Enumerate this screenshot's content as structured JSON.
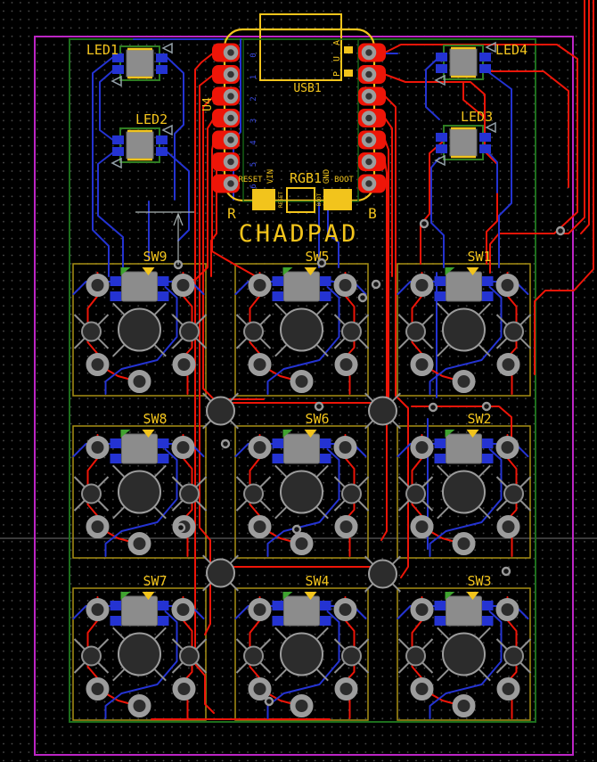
{
  "board": {
    "title": "CHADPAD",
    "editor_view": "pcb-layout"
  },
  "colors": {
    "background": "#000000",
    "grid_dot": "#4e4e4e",
    "copper_front": "#ee1508",
    "copper_back": "#2433d2",
    "silk": "#f2c41c",
    "cell_outline": "#a78f14",
    "edge_cut": "#bc25c4",
    "courtyard_green": "#1d6f1d",
    "pad_ring": "#9c9c9c",
    "hole_fill": "#2c2c2c",
    "body_gray": "#8c8c8c",
    "pin_text_blue": "#3b4ae0",
    "dimension_gray": "#a9b2b2"
  },
  "u4": {
    "ref": "U4",
    "usb_label": "USB1",
    "left_pins": [
      "0",
      "1",
      "2",
      "3",
      "4",
      "5",
      "6"
    ],
    "right_letters": [
      "A",
      "U",
      "P"
    ],
    "bottom_labels": {
      "reset": "RESET",
      "vin": "VIN",
      "rgb": "RGB1",
      "gnd": "GND",
      "boot": "BOOT"
    },
    "buttons": {
      "reset_small": "RESET",
      "boot_small": "BOOT"
    },
    "corner_left": "R",
    "corner_right": "B"
  },
  "leds": [
    {
      "ref": "LED1"
    },
    {
      "ref": "LED2"
    },
    {
      "ref": "LED3"
    },
    {
      "ref": "LED4"
    }
  ],
  "switches": [
    {
      "ref": "SW9",
      "row": 0,
      "col": 0
    },
    {
      "ref": "SW5",
      "row": 0,
      "col": 1
    },
    {
      "ref": "SW1",
      "row": 0,
      "col": 2
    },
    {
      "ref": "SW8",
      "row": 1,
      "col": 0
    },
    {
      "ref": "SW6",
      "row": 1,
      "col": 1
    },
    {
      "ref": "SW2",
      "row": 1,
      "col": 2
    },
    {
      "ref": "SW7",
      "row": 2,
      "col": 0
    },
    {
      "ref": "SW4",
      "row": 2,
      "col": 1
    },
    {
      "ref": "SW3",
      "row": 2,
      "col": 2
    }
  ]
}
